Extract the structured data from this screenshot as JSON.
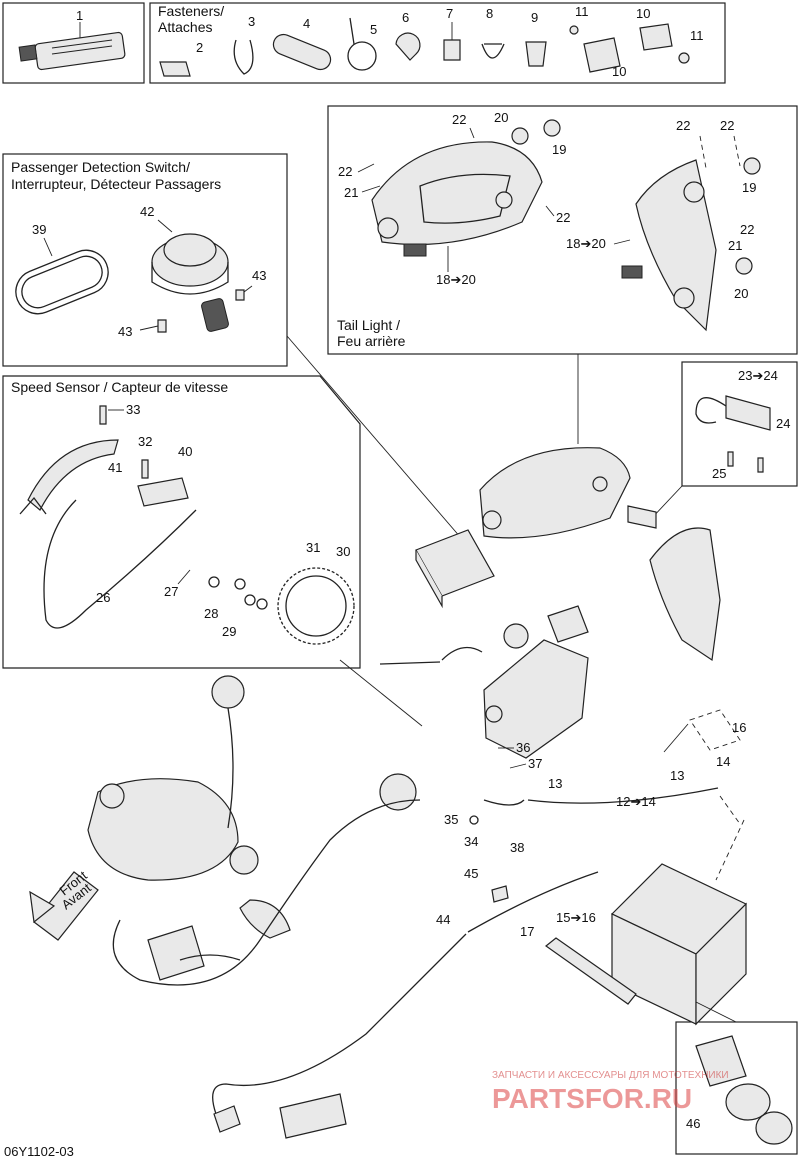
{
  "diagram_code": "06Y1102-03",
  "watermark": {
    "line1": "ЗАПЧАСТИ И АКСЕССУАРЫ ДЛЯ МОТОТЕХНИКИ",
    "line2": "PARTSFOR.RU"
  },
  "direction_badge": {
    "line1": "Front",
    "line2": "Avant"
  },
  "boxes": {
    "fasteners_title": {
      "line1": "Fasteners/",
      "line2": "Attaches"
    },
    "passenger_title": {
      "line1": "Passenger Detection Switch/",
      "line2": "Interrupteur, Détecteur Passagers"
    },
    "taillight_title": {
      "line1": "Tail Light /",
      "line2": "Feu arrière"
    },
    "speed_title": "Speed Sensor / Capteur de vitesse"
  },
  "callouts": {
    "c1": "1",
    "c2": "2",
    "c3": "3",
    "c4": "4",
    "c5": "5",
    "c6": "6",
    "c7": "7",
    "c8": "8",
    "c9": "9",
    "c10a": "10",
    "c10b": "10",
    "c11a": "11",
    "c11b": "11",
    "c22a": "22",
    "c22b": "22",
    "c22c": "22",
    "c22d": "22",
    "c22e": "22",
    "c22f": "22",
    "c20a": "20",
    "c20b": "20",
    "c19a": "19",
    "c19b": "19",
    "c21a": "21",
    "c21b": "21",
    "c18a": "18➔20",
    "c18b": "18➔20",
    "c39": "39",
    "c42": "42",
    "c43a": "43",
    "c43b": "43",
    "c33": "33",
    "c32": "32",
    "c41": "41",
    "c40": "40",
    "c26": "26",
    "c27": "27",
    "c28": "28",
    "c29": "29",
    "c31": "31",
    "c30": "30",
    "c2324": "23➔24",
    "c24": "24",
    "c25": "25",
    "c16": "16",
    "c14": "14",
    "c13a": "13",
    "c13b": "13",
    "c36": "36",
    "c37": "37",
    "c35": "35",
    "c34": "34",
    "c38": "38",
    "c1214": "12➔14",
    "c45": "45",
    "c44": "44",
    "c1516": "15➔16",
    "c17": "17",
    "c46": "46"
  }
}
